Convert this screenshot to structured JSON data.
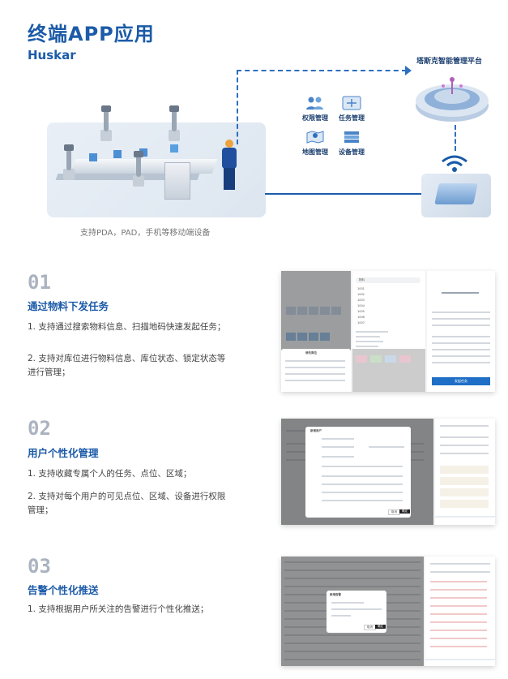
{
  "header": {
    "title": "终端APP应用",
    "subtitle": "Huskar"
  },
  "hero": {
    "platform_title": "塔斯克智能管理平台",
    "features": [
      {
        "label": "权限管理",
        "icon": "users-icon"
      },
      {
        "label": "任务管理",
        "icon": "task-icon"
      },
      {
        "label": "地图管理",
        "icon": "map-icon"
      },
      {
        "label": "设备管理",
        "icon": "device-icon"
      }
    ],
    "caption": "支持PDA，PAD，手机等移动端设备",
    "colors": {
      "accent": "#1c5ba8",
      "dash": "#2d6fc0"
    }
  },
  "sections": [
    {
      "num": "01",
      "title": "通过物料下发任务",
      "items": [
        "1. 支持通过搜索物料信息、扫描地码快速发起任务；",
        "2. 支持对库位进行物料信息、库位状态、锁定状态等进行管理；"
      ],
      "screenshot": {
        "search_value": "物料",
        "dialog_title": "修改库位",
        "list_items": [
          "1001",
          "1002",
          "1003",
          "1004",
          "1005",
          "1006",
          "1007"
        ],
        "submit_label": "发起任务"
      }
    },
    {
      "num": "02",
      "title": "用户个性化管理",
      "items": [
        "1. 支持收藏专属个人的任务、点位、区域；",
        "2. 支持对每个用户的可见点位、区域、设备进行权限管理；"
      ],
      "screenshot": {
        "dialog_title": "新增用户",
        "cancel_label": "取消",
        "confirm_label": "确定"
      }
    },
    {
      "num": "03",
      "title": "告警个性化推送",
      "items": [
        "1. 支持根据用户所关注的告警进行个性化推送；"
      ],
      "screenshot": {
        "dialog_title": "新增告警",
        "cancel_label": "取消",
        "confirm_label": "确定"
      }
    }
  ]
}
